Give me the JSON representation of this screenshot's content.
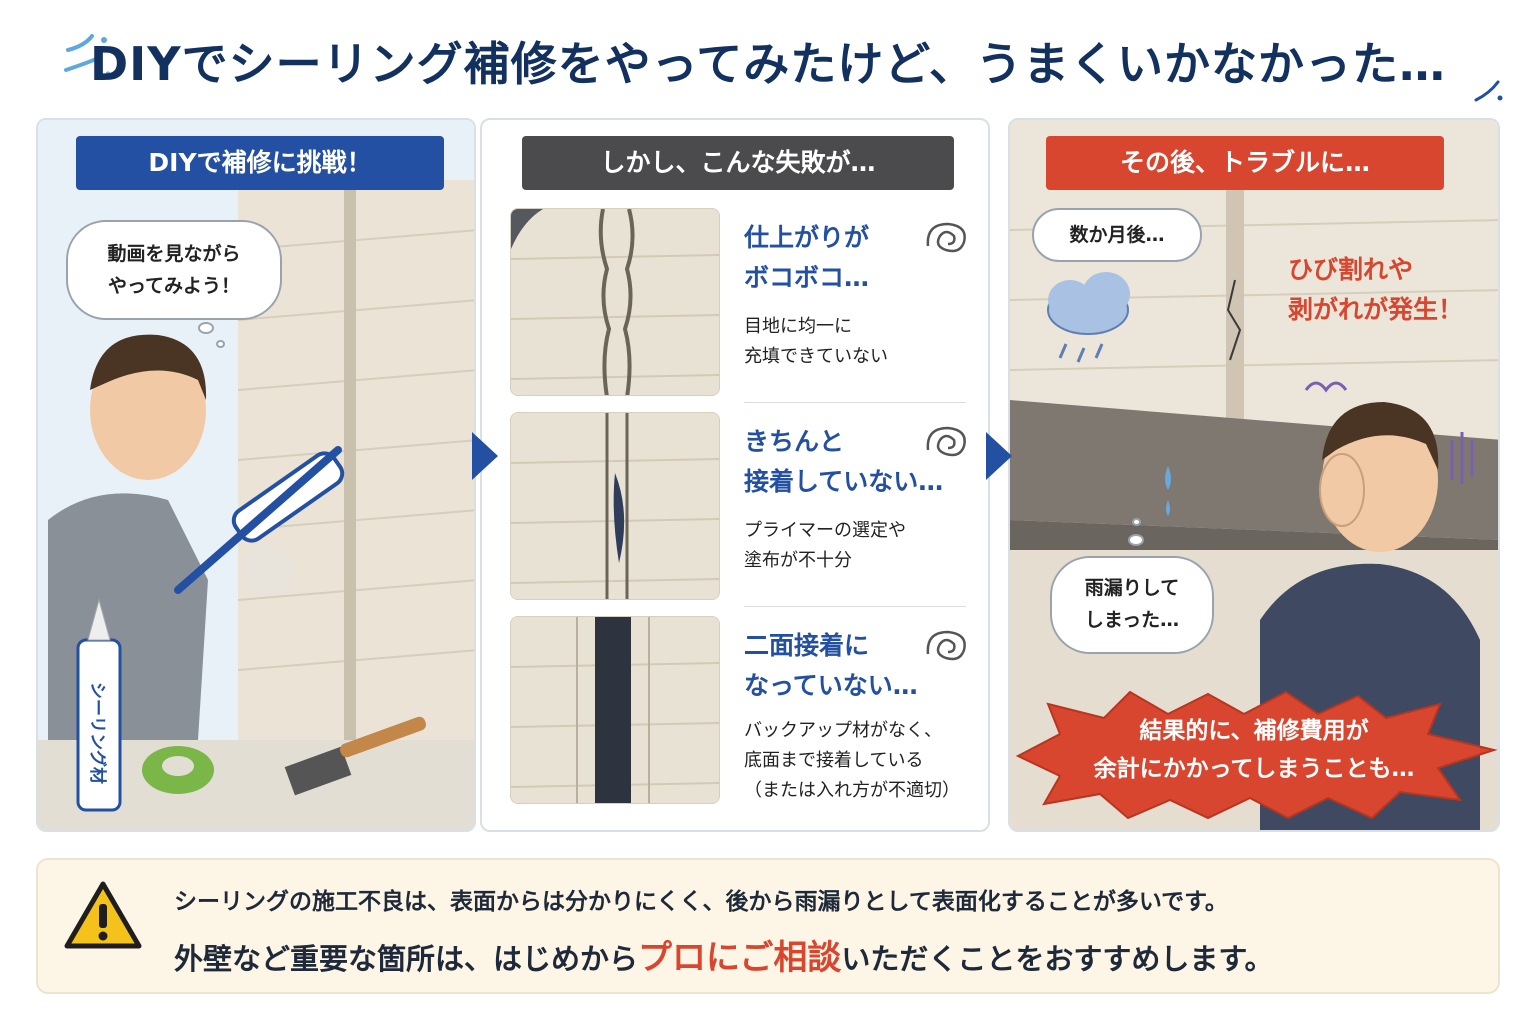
{
  "title": "DIYでシーリング補修をやってみたけど、うまくいかなかった…",
  "panel1": {
    "banner": "DIYで補修に挑戦！",
    "bubble_line1": "動画を見ながら",
    "bubble_line2": "やってみよう！",
    "tube_label": "シーリング材"
  },
  "panel2": {
    "banner": "しかし、こんな失敗が…",
    "failures": [
      {
        "head_line1": "仕上がりが",
        "head_line2": "ボコボコ…",
        "desc_line1": "目地に均一に",
        "desc_line2": "充填できていない",
        "desc_line3": ""
      },
      {
        "head_line1": "きちんと",
        "head_line2": "接着していない…",
        "desc_line1": "プライマーの選定や",
        "desc_line2": "塗布が不十分",
        "desc_line3": ""
      },
      {
        "head_line1": "二面接着に",
        "head_line2": "なっていない…",
        "desc_line1": "バックアップ材がなく、",
        "desc_line2": "底面まで接着している",
        "desc_line3": "（または入れ方が不適切）"
      }
    ]
  },
  "panel3": {
    "banner": "その後、トラブルに…",
    "bubble_months": "数か月後…",
    "warn_line1": "ひび割れや",
    "warn_line2": "剥がれが発生！",
    "bubble_leak_line1": "雨漏りして",
    "bubble_leak_line2": "しまった…",
    "result_line1": "結果的に、補修費用が",
    "result_line2": "余計にかかってしまうことも…"
  },
  "notice": {
    "line1": "シーリングの施工不良は、表面からは分かりにくく、後から雨漏りとして表面化することが多いです。",
    "line2_pre": "外壁など重要な箇所は、はじめから",
    "line2_emph": "プロにご相談",
    "line2_post": "いただくことをおすすめします。"
  },
  "colors": {
    "navy": "#13315f",
    "blue": "#2350a2",
    "gray": "#4b4b4d",
    "red": "#d9462f",
    "cream": "#fdf6e6"
  },
  "icons": [
    "splash-icon",
    "speech-bubble",
    "arrow-right-icon",
    "scribble-icon",
    "rain-cloud-icon",
    "warning-icon"
  ]
}
